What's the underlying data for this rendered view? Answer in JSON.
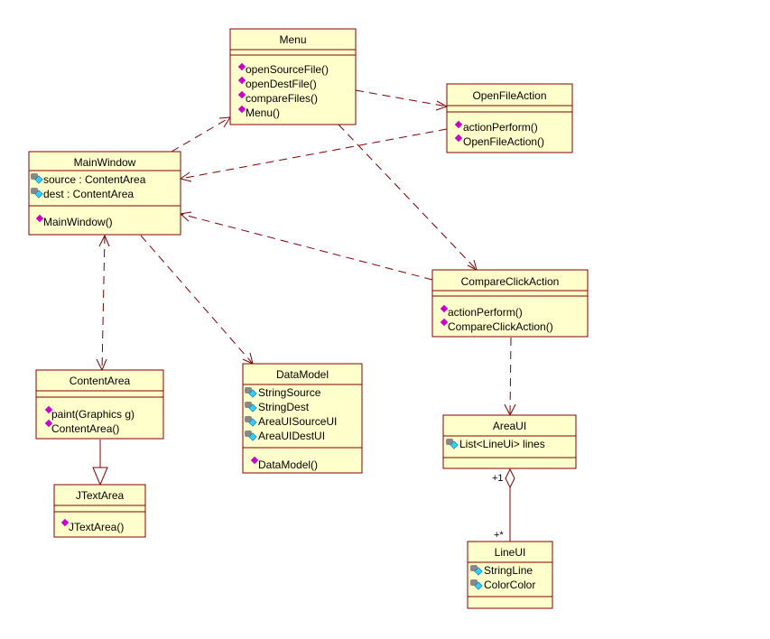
{
  "classes": {
    "menu": {
      "name": "Menu",
      "attributes": [],
      "operations": [
        "openSourceFile()",
        "openDestFile()",
        "compareFiles()",
        "Menu()"
      ]
    },
    "open_file_action": {
      "name": "OpenFileAction",
      "attributes": [],
      "operations": [
        "actionPerform()",
        "OpenFileAction()"
      ]
    },
    "main_window": {
      "name": "MainWindow",
      "attributes": [
        "source : ContentArea",
        "dest : ContentArea"
      ],
      "operations": [
        "MainWindow()"
      ]
    },
    "compare_click_action": {
      "name": "CompareClickAction",
      "attributes": [],
      "operations": [
        "actionPerform()",
        "CompareClickAction()"
      ]
    },
    "content_area": {
      "name": "ContentArea",
      "attributes": [],
      "operations": [
        "paint(Graphics g)",
        "ContentArea()"
      ]
    },
    "data_model": {
      "name": "DataModel",
      "attributes": [
        "StringSource",
        "StringDest",
        "AreaUISourceUI",
        "AreaUIDestUI"
      ],
      "operations": [
        "DataModel()"
      ]
    },
    "area_ui": {
      "name": "AreaUI",
      "attributes": [
        "List<LineUi> lines"
      ],
      "operations": []
    },
    "j_text_area": {
      "name": "JTextArea",
      "attributes": [],
      "operations": [
        "JTextArea()"
      ]
    },
    "line_ui": {
      "name": "LineUI",
      "attributes": [
        "StringLine",
        "ColorColor"
      ],
      "operations": []
    }
  },
  "multiplicities": {
    "areaui_end": "+1",
    "lineui_end": "+*"
  },
  "colors": {
    "box_fill": "#ffffcc",
    "line": "#800000",
    "operation_icon": "#cc00cc",
    "attribute_icon": "#33ccff"
  }
}
